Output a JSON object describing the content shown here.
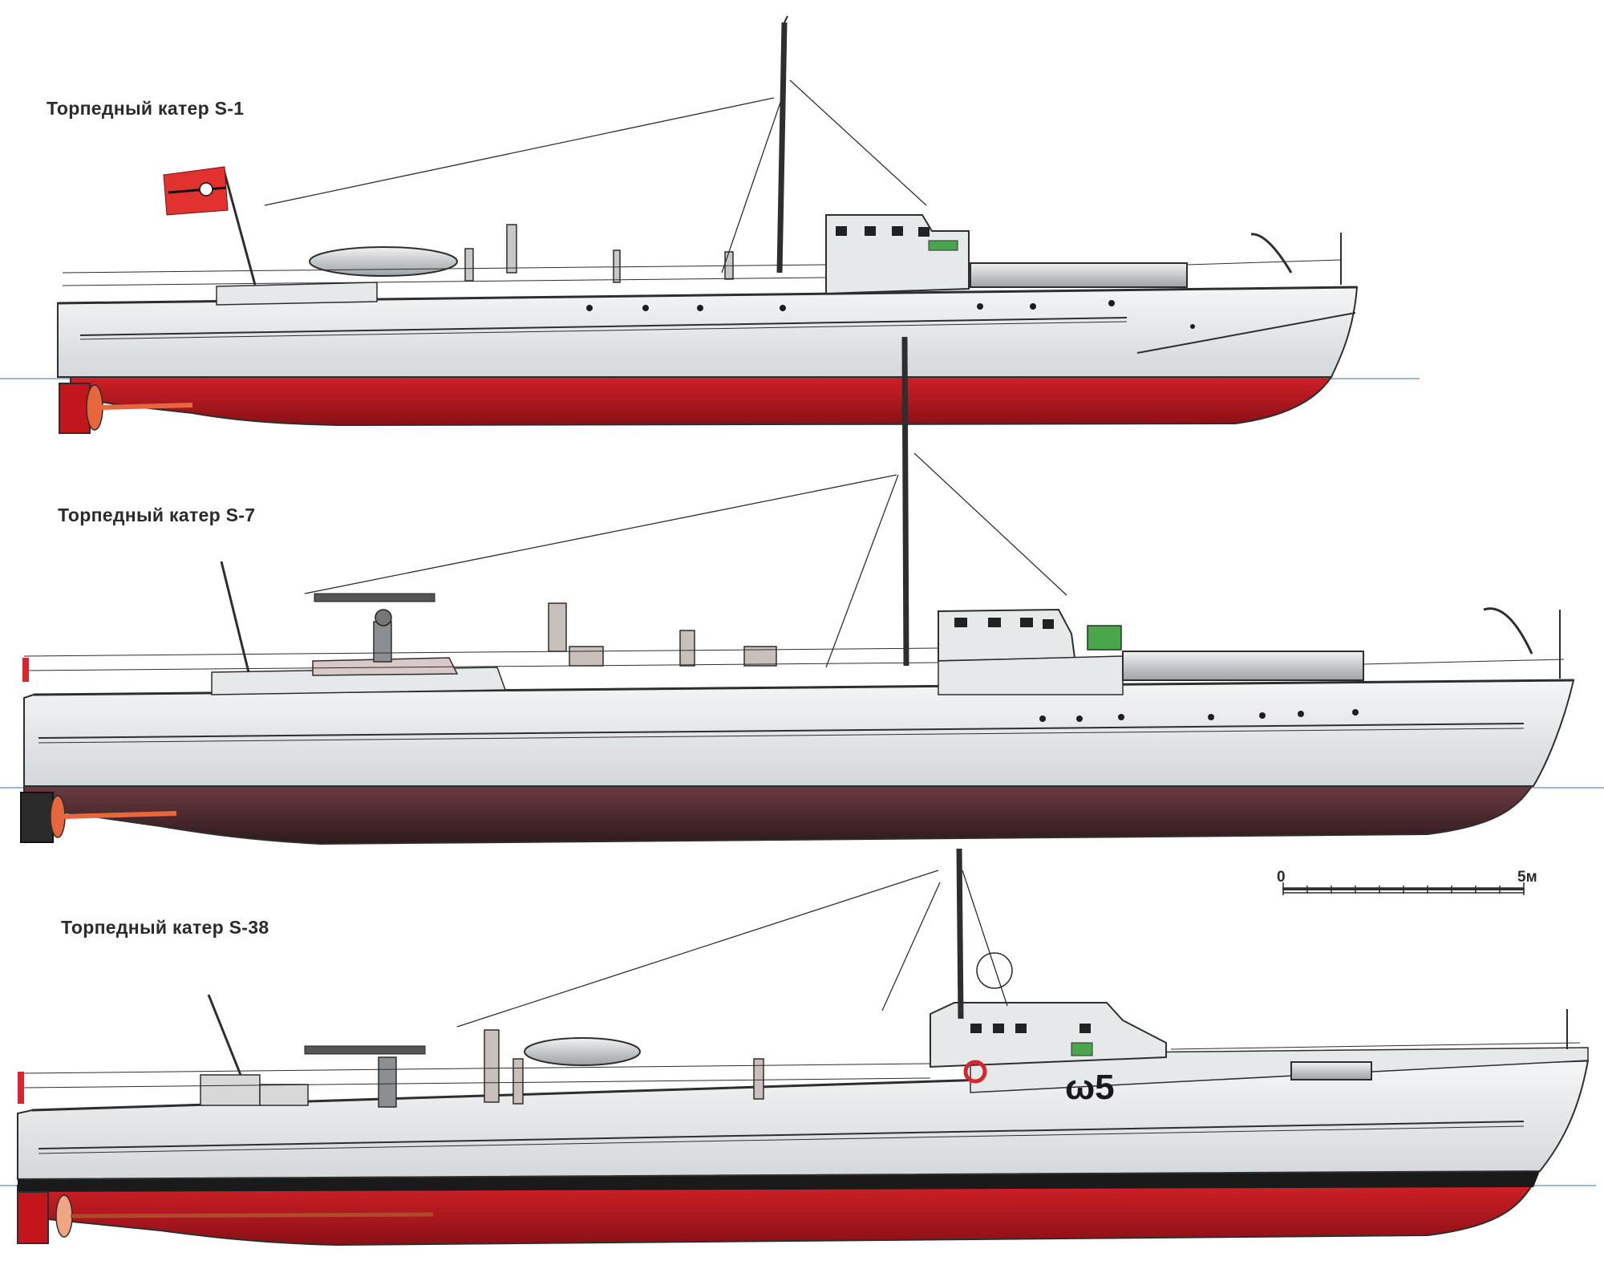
{
  "captions": {
    "boat1": "Торпедный катер S-1",
    "boat2": "Торпедный катер S-7",
    "boat3": "Торпедный катер S-38"
  },
  "scale_bar": {
    "start_label": "0",
    "end_label": "5м"
  },
  "colors": {
    "hull_light": "#e6e9ea",
    "hull_outline": "#2e2e2e",
    "underwater_red": "#b5161e",
    "underwater_dark": "#5a2a30",
    "waterline": "#7aa2c9",
    "propeller": "#e8663c",
    "flag_red": "#e2322f"
  },
  "markings": {
    "boat3_bow_mark": "ω5"
  }
}
